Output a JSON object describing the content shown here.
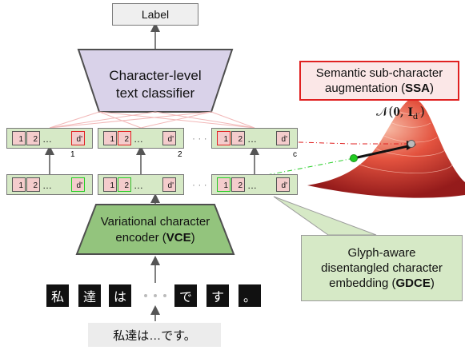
{
  "label_box": {
    "text": "Label"
  },
  "classifier": {
    "line1": "Character-level",
    "line2": "text classifier"
  },
  "ssa": {
    "line1": "Semantic sub-character",
    "line2_prefix": "augmentation (",
    "line2_bold": "SSA",
    "line2_suffix": ")"
  },
  "vce": {
    "line1": "Variational character",
    "line2_prefix": "encoder (",
    "line2_bold": "VCE",
    "line2_suffix": ")"
  },
  "gdce": {
    "line1": "Glyph-aware",
    "line2": "disentangled character",
    "line3_prefix": "embedding (",
    "line3_bold": "GDCE",
    "line3_suffix": ")"
  },
  "gaussian_label": "𝒩(𝟎, 𝐈",
  "gaussian_sub": "d′",
  "gaussian_close": ")",
  "vector_cells": [
    "1",
    "2",
    "…",
    "d'"
  ],
  "vector_indices": [
    "1",
    "2",
    "c"
  ],
  "ellipsis": "· · ·",
  "jp_chars": [
    "私",
    "達",
    "は",
    "で",
    "す",
    "。"
  ],
  "input_text": "私達は…です。",
  "colors": {
    "red": "#e02020",
    "green": "#22cc22",
    "purple": "#d9d2e9",
    "green_fill": "#93c47d",
    "pink": "#f4cccc"
  }
}
